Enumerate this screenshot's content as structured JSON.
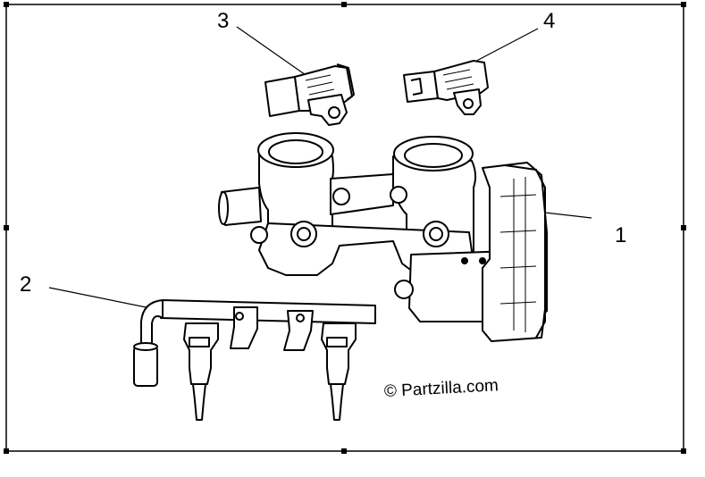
{
  "callouts": [
    {
      "id": "1",
      "label": "1"
    },
    {
      "id": "2",
      "label": "2"
    },
    {
      "id": "3",
      "label": "3"
    },
    {
      "id": "4",
      "label": "4"
    }
  ],
  "watermark": "© Partzilla.com",
  "colors": {
    "line": "#000000",
    "background": "#ffffff"
  }
}
